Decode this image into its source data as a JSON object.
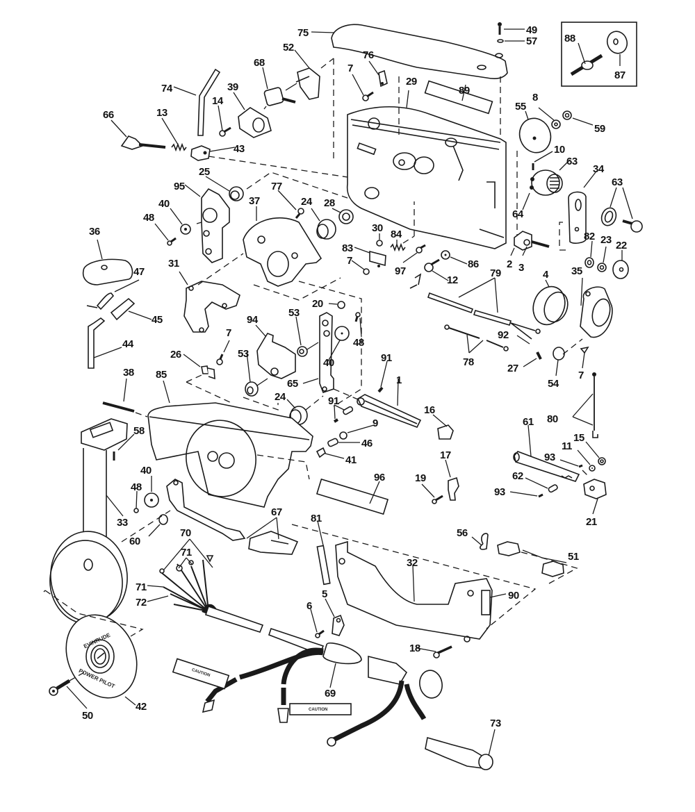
{
  "diagram": {
    "title": "Evinrude Power Pilot remote control - exploded parts view",
    "part_numbers": [
      "1",
      "2",
      "3",
      "4",
      "5",
      "6",
      "7",
      "8",
      "9",
      "10",
      "11",
      "12",
      "13",
      "14",
      "15",
      "16",
      "17",
      "18",
      "19",
      "20",
      "21",
      "22",
      "23",
      "24",
      "25",
      "26",
      "27",
      "28",
      "29",
      "30",
      "31",
      "32",
      "33",
      "34",
      "35",
      "36",
      "37",
      "38",
      "39",
      "40",
      "41",
      "42",
      "43",
      "44",
      "45",
      "46",
      "47",
      "48",
      "49",
      "50",
      "51",
      "52",
      "53",
      "54",
      "55",
      "56",
      "57",
      "58",
      "59",
      "60",
      "61",
      "62",
      "63",
      "64",
      "65",
      "66",
      "67",
      "68",
      "69",
      "70",
      "71",
      "72",
      "73",
      "74",
      "75",
      "76",
      "77",
      "78",
      "79",
      "80",
      "81",
      "82",
      "83",
      "84",
      "85",
      "86",
      "87",
      "88",
      "89",
      "90",
      "91",
      "92",
      "93",
      "94",
      "95",
      "96",
      "97"
    ],
    "labels": {
      "l75": "75",
      "l49": "49",
      "l57": "57",
      "l52": "52",
      "l76": "76",
      "l7a": "7",
      "l29": "29",
      "l88": "88",
      "l87": "87",
      "l68": "68",
      "l74": "74",
      "l39": "39",
      "l14": "14",
      "l89": "89",
      "l8": "8",
      "l55": "55",
      "l59": "59",
      "l66": "66",
      "l13": "13",
      "l43": "43",
      "l10": "10",
      "l63a": "63",
      "l34": "34",
      "l63b": "63",
      "l25": "25",
      "l95": "95",
      "l77": "77",
      "l24a": "24",
      "l28": "28",
      "l37": "37",
      "l40a": "40",
      "l48a": "48",
      "l64": "64",
      "l36": "36",
      "l30": "30",
      "l84": "84",
      "l83": "83",
      "l97": "97",
      "l86": "86",
      "l2": "2",
      "l3": "3",
      "l82": "82",
      "l23": "23",
      "l22": "22",
      "l7b": "7",
      "l12": "12",
      "l79": "79",
      "l4": "4",
      "l35": "35",
      "l47": "47",
      "l31": "31",
      "l45": "45",
      "l20": "20",
      "l94": "94",
      "l53a": "53",
      "l48b": "48",
      "l40b": "40",
      "l91a": "91",
      "l92": "92",
      "l78": "78",
      "l44": "44",
      "l7c": "7",
      "l26": "26",
      "l53b": "53",
      "l65": "65",
      "l27": "27",
      "l54": "54",
      "l7d": "7",
      "l38": "38",
      "l85": "85",
      "l24b": "24",
      "l1": "1",
      "l91b": "91",
      "l16": "16",
      "l9": "9",
      "l80": "80",
      "l58": "58",
      "l46": "46",
      "l41": "41",
      "l61": "61",
      "l15": "15",
      "l11": "11",
      "l93a": "93",
      "l17": "17",
      "l40c": "40",
      "l48c": "48",
      "l33": "33",
      "l19": "19",
      "l62": "62",
      "l93b": "93",
      "l21": "21",
      "l96": "96",
      "l60": "60",
      "l67": "67",
      "l70": "70",
      "l71a": "71",
      "l81": "81",
      "l56": "56",
      "l51": "51",
      "l32": "32",
      "l71b": "71",
      "l72": "72",
      "l90": "90",
      "l5": "5",
      "l6": "6",
      "l18": "18",
      "l69": "69",
      "l73": "73",
      "l50": "50",
      "l42": "42"
    },
    "decal_text": {
      "evinrude": "EVINRUDE",
      "power_pilot": "POWER PILOT",
      "caution_1": "CAUTION",
      "caution_2": "CAUTION"
    }
  }
}
